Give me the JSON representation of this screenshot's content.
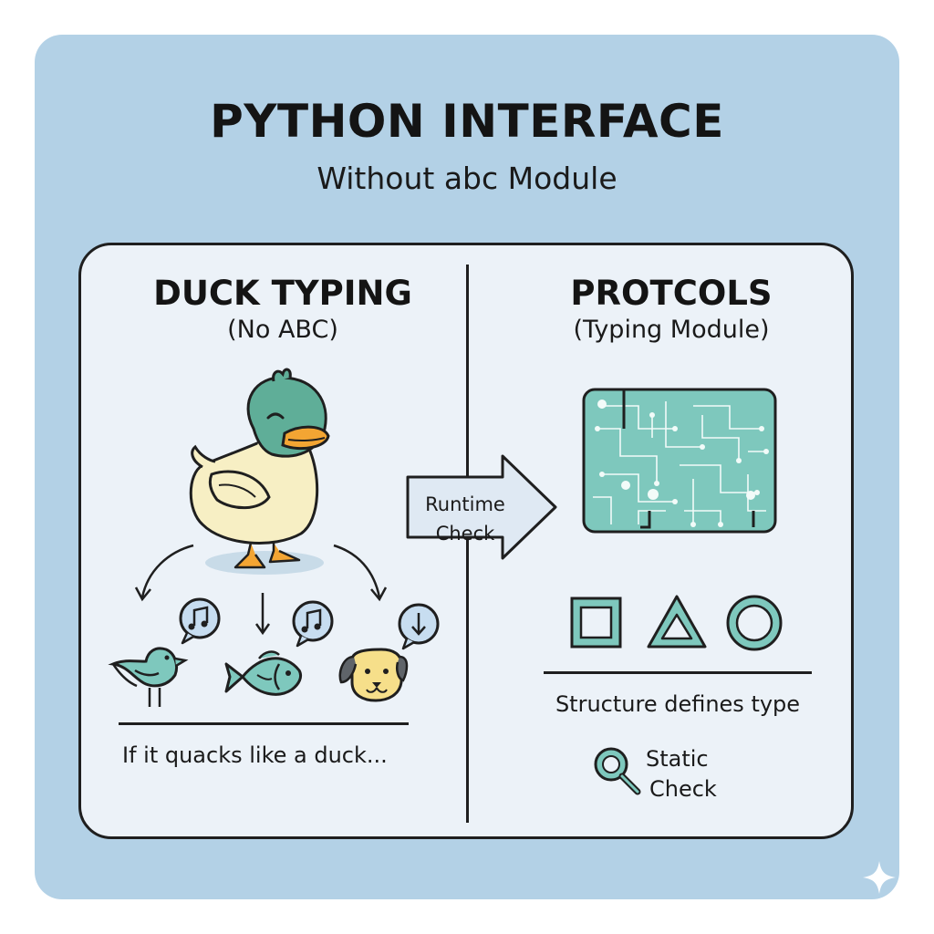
{
  "title": "PYTHON INTERFACE",
  "subtitle": "Without abc Module",
  "left": {
    "heading": "DUCK TYPING",
    "subheading": "(No ABC)",
    "caption": "If it quacks like a duck..."
  },
  "arrow": {
    "line1": "Runtime",
    "line2": "Check"
  },
  "right": {
    "heading": "PROTCOLS",
    "subheading": "(Typing Module)",
    "structure_text": "Structure defines type",
    "static_line1": "Static",
    "static_line2": "Check"
  },
  "colors": {
    "background": "#b3d1e6",
    "panel": "#ecf2f8",
    "teal": "#7ec8bd",
    "teal_dark": "#2f7a72",
    "duck_head": "#5fae98",
    "duck_body": "#f7efc4",
    "beak": "#f3a533"
  }
}
